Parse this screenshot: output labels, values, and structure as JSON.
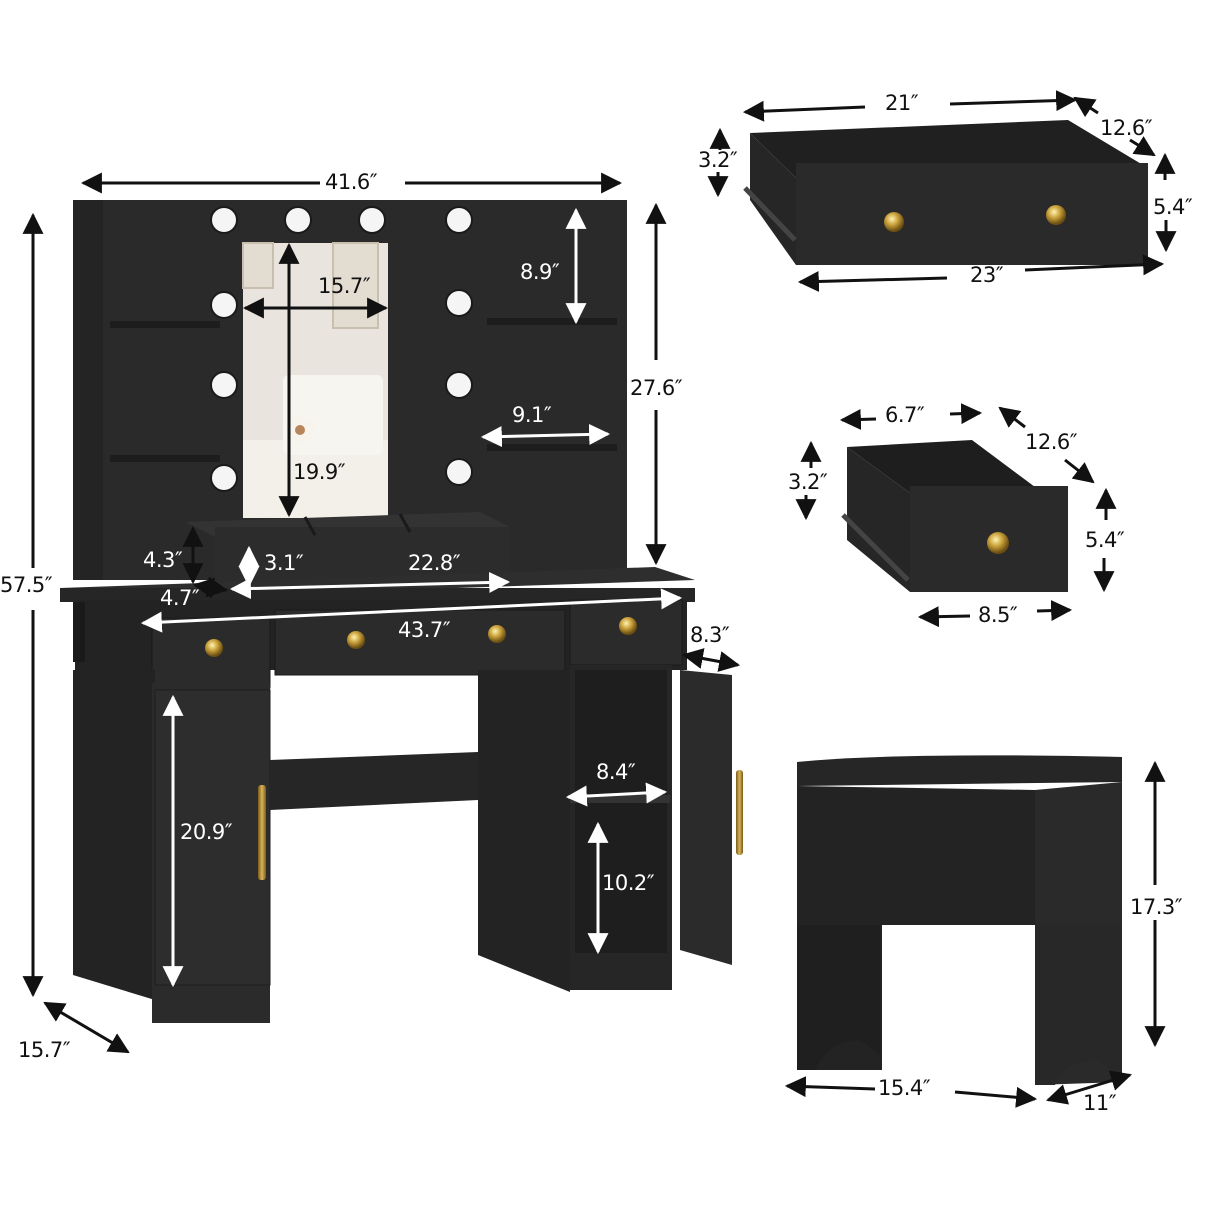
{
  "vanity": {
    "overall_width": "41.6″",
    "overall_height": "57.5″",
    "hutch_height": "27.6″",
    "mirror_width": "15.7″",
    "mirror_height": "19.9″",
    "shelf_spacing": "8.9″",
    "shelf_width": "9.1″",
    "organizer_height": "4.3″",
    "organizer_inner_height": "3.1″",
    "organizer_width": "22.8″",
    "organizer_depth": "4.7″",
    "desktop_width": "43.7″",
    "drawer_front_depth": "8.3″",
    "cabinet_shelf_width": "8.4″",
    "cabinet_lower_height": "10.2″",
    "left_cabinet_height": "20.9″",
    "depth": "15.7″",
    "bulb_count": 10
  },
  "large_drawer": {
    "inner_width": "21″",
    "depth": "12.6″",
    "inner_height": "3.2″",
    "front_height": "5.4″",
    "front_width": "23″"
  },
  "small_drawer": {
    "inner_width": "6.7″",
    "depth": "12.6″",
    "inner_height": "3.2″",
    "front_height": "5.4″",
    "front_width": "8.5″"
  },
  "stool": {
    "height": "17.3″",
    "width": "15.4″",
    "depth": "11″"
  },
  "colors": {
    "furniture": "#2a2a2a",
    "furniture_dark": "#1e1e1e",
    "furniture_edge": "#333333",
    "gold": "#c9a13b",
    "bulb": "#f4f4f4",
    "mirror": "#e8e4dc",
    "arrow": "#111111"
  }
}
